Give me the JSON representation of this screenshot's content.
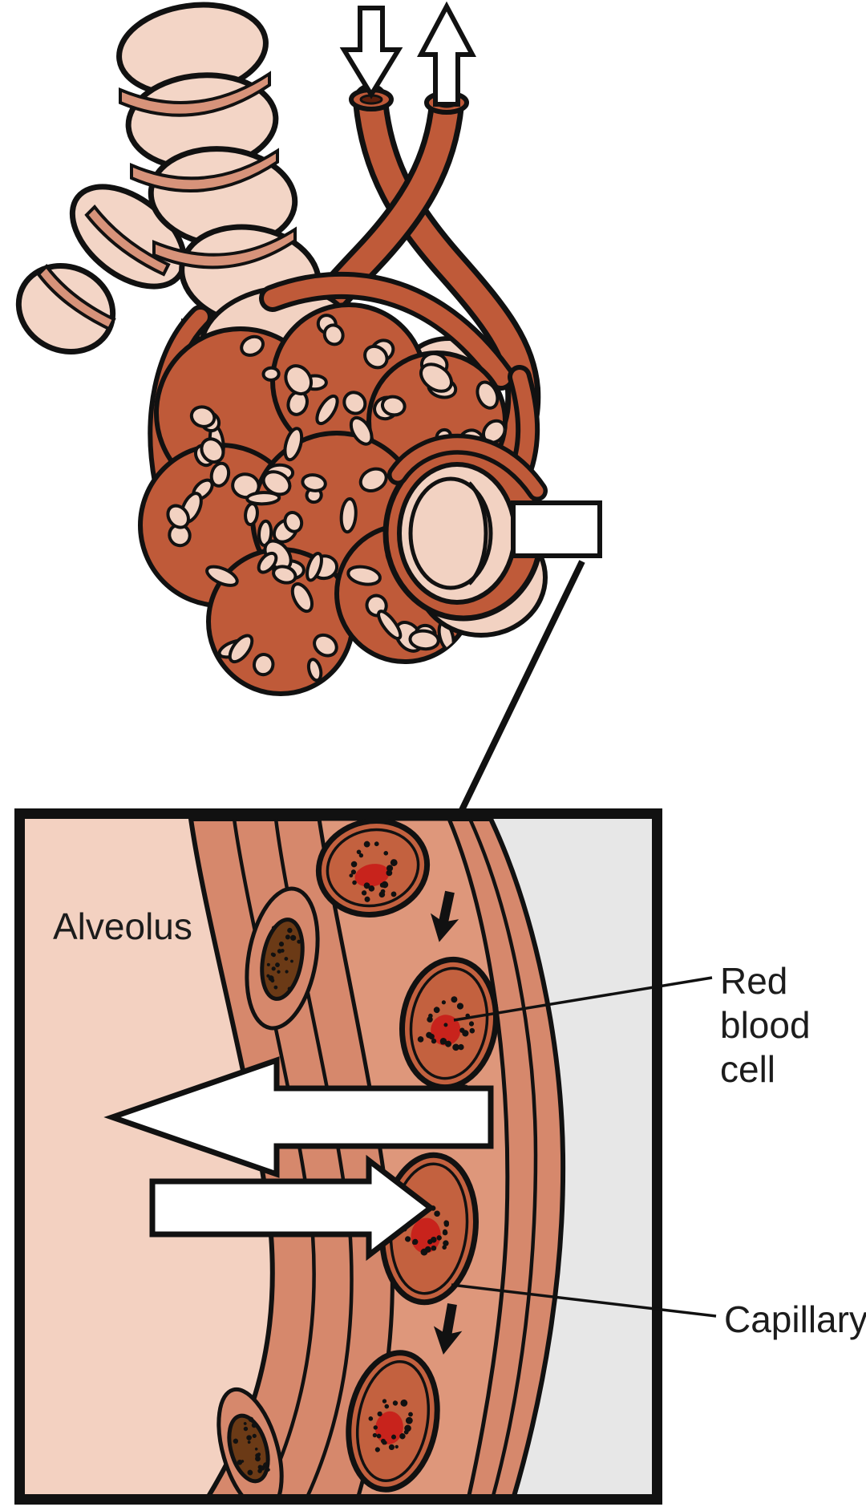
{
  "labels": {
    "alveolus": "Alveolus",
    "red_blood_cell": "Red blood cell",
    "capillary": "Capillary"
  },
  "icons": {
    "blood_in": "down-arrow",
    "blood_out": "up-arrow",
    "gas_into_alveolus": "left-block-arrow",
    "gas_into_capillary": "right-block-arrow",
    "blood_flow_direction": "small-down-arrow",
    "zoom_callout": "rectangle-with-leader-line"
  },
  "palette": {
    "outline": "#111111",
    "bronchiole_fill": "#f3d5c6",
    "bronchiole_band": "#d7937a",
    "vessel_red": "#bf5a39",
    "alveoli_pink": "#f2d2c2",
    "panel_pink": "#f3d1c1",
    "capillary_wall": "#d6886c",
    "capillary_lumen": "#de977b",
    "red_blood_cell": "#c3613f",
    "rbc_nucleus_red": "#c8231c",
    "organelle_brown": "#6b3a16",
    "background_grey": "#e7e7e7",
    "label_text": "#1c1c1c",
    "arrow_white": "#ffffff"
  }
}
